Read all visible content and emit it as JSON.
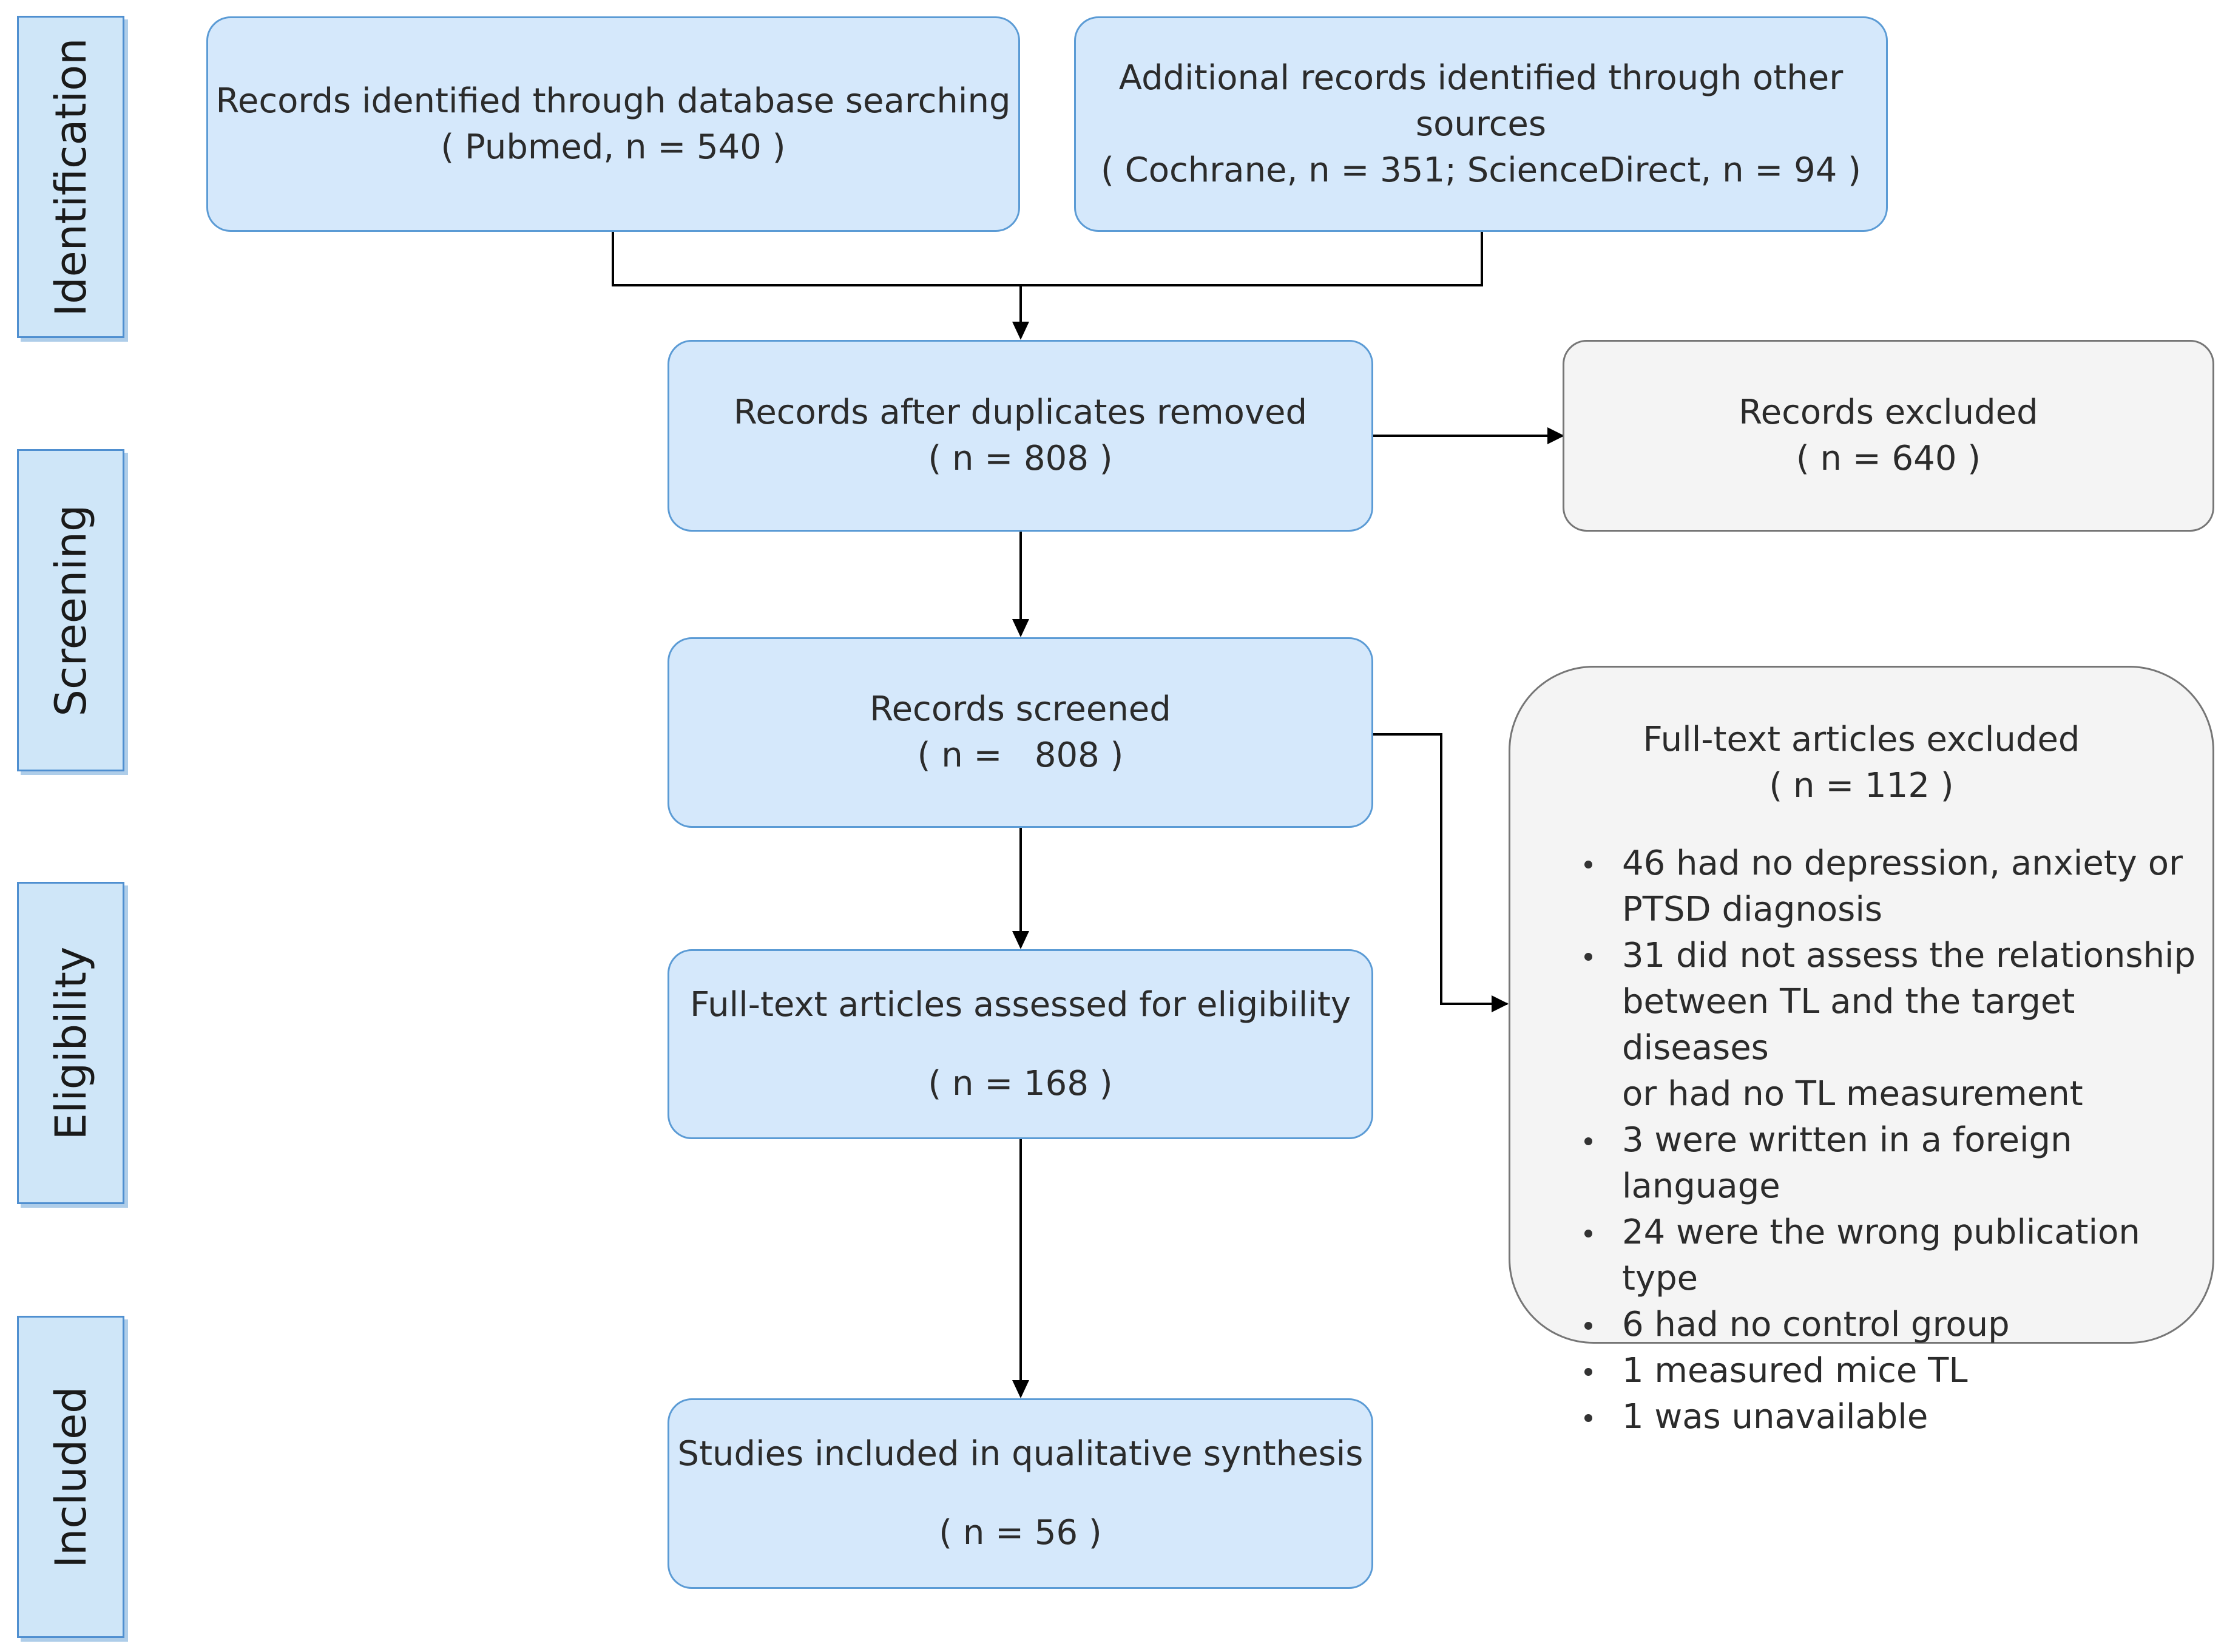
{
  "stages": {
    "identification": "Identification",
    "screening": "Screening",
    "eligibility": "Eligibility",
    "included": "Included"
  },
  "boxes": {
    "database": {
      "line1": "Records identified through database searching",
      "line2": "( Pubmed, n = 540 )"
    },
    "other": {
      "line1": "Additional records identified through other",
      "line2": "sources",
      "line3": "( Cochrane, n = 351; ScienceDirect, n = 94 )"
    },
    "duplicates": {
      "line1": "Records after duplicates removed",
      "line2": "( n = 808 )"
    },
    "records_excluded": {
      "line1": "Records excluded",
      "line2": "( n = 640 )"
    },
    "screened": {
      "line1": "Records screened",
      "line2": "( n =   808 )"
    },
    "fulltext": {
      "line1": "Full-text articles assessed for eligibility",
      "line2": "( n = 168 )"
    },
    "included": {
      "line1": "Studies included in qualitative synthesis",
      "line2": "( n = 56 )"
    },
    "fulltext_excluded": {
      "line1": "Full-text articles excluded",
      "line2": "( n = 112 )",
      "reasons": [
        {
          "l1": "46 had no depression, anxiety or",
          "l2": "PTSD diagnosis",
          "l3": ""
        },
        {
          "l1": "31 did not assess the relationship",
          "l2": "between TL and the target diseases",
          "l3": "or had no TL measurement"
        },
        {
          "l1": "3 were written in a foreign language",
          "l2": "",
          "l3": ""
        },
        {
          "l1": "24 were the wrong publication type",
          "l2": "",
          "l3": ""
        },
        {
          "l1": "6 had no control group",
          "l2": "",
          "l3": ""
        },
        {
          "l1": "1 measured mice TL",
          "l2": "",
          "l3": ""
        },
        {
          "l1": "1 was unavailable",
          "l2": "",
          "l3": ""
        }
      ]
    }
  }
}
